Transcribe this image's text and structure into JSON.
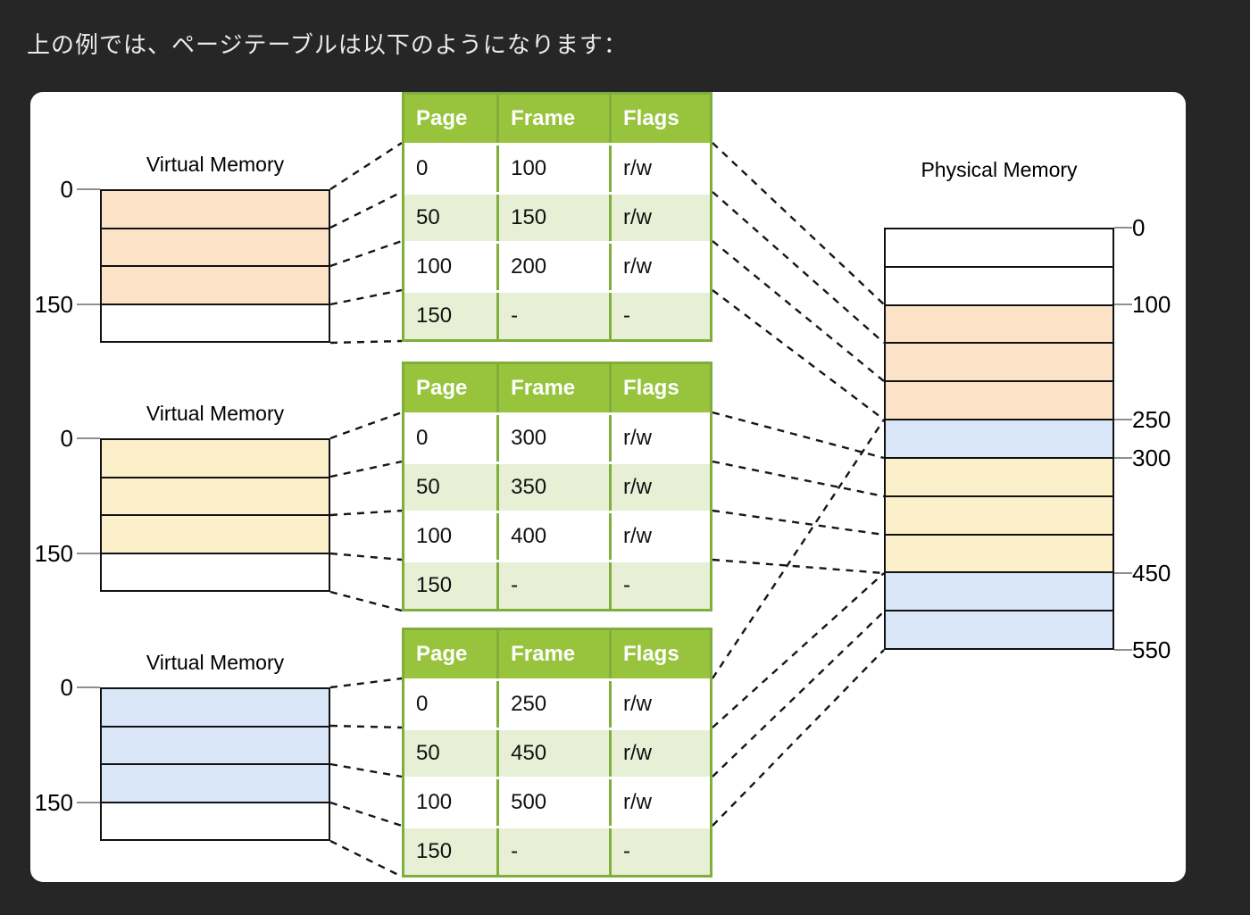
{
  "heading": "上の例では、ページテーブルは以下のようになります：",
  "colors": {
    "background": "#262626",
    "panel": "#ffffff",
    "text_light": "#ebebeb",
    "header_green": "#98C43D",
    "row_green": "#E7F0D5",
    "border_green": "#7fae3c",
    "peach": "#FCE3C7",
    "yellow": "#FCF0CB",
    "blue": "#D9E6F7",
    "tick_gray": "#8f8f8f",
    "line_dark": "#161616"
  },
  "virtual_memories": [
    {
      "title": "Virtual Memory",
      "top_label": "0",
      "mid_label": "150",
      "color": "peach"
    },
    {
      "title": "Virtual Memory",
      "top_label": "0",
      "mid_label": "150",
      "color": "yellow"
    },
    {
      "title": "Virtual Memory",
      "top_label": "0",
      "mid_label": "150",
      "color": "blue"
    }
  ],
  "page_tables": [
    {
      "columns": [
        "Page",
        "Frame",
        "Flags"
      ],
      "rows": [
        {
          "page": "0",
          "frame": "100",
          "flags": "r/w"
        },
        {
          "page": "50",
          "frame": "150",
          "flags": "r/w"
        },
        {
          "page": "100",
          "frame": "200",
          "flags": "r/w"
        },
        {
          "page": "150",
          "frame": "-",
          "flags": "-"
        }
      ]
    },
    {
      "columns": [
        "Page",
        "Frame",
        "Flags"
      ],
      "rows": [
        {
          "page": "0",
          "frame": "300",
          "flags": "r/w"
        },
        {
          "page": "50",
          "frame": "350",
          "flags": "r/w"
        },
        {
          "page": "100",
          "frame": "400",
          "flags": "r/w"
        },
        {
          "page": "150",
          "frame": "-",
          "flags": "-"
        }
      ]
    },
    {
      "columns": [
        "Page",
        "Frame",
        "Flags"
      ],
      "rows": [
        {
          "page": "0",
          "frame": "250",
          "flags": "r/w"
        },
        {
          "page": "50",
          "frame": "450",
          "flags": "r/w"
        },
        {
          "page": "100",
          "frame": "500",
          "flags": "r/w"
        },
        {
          "page": "150",
          "frame": "-",
          "flags": "-"
        }
      ]
    }
  ],
  "physical_memory": {
    "title": "Physical Memory",
    "labels": [
      "0",
      "100",
      "250",
      "300",
      "450",
      "550"
    ],
    "segments": [
      "white",
      "white",
      "peach",
      "peach",
      "peach",
      "blue",
      "yellow",
      "yellow",
      "yellow",
      "blue",
      "blue"
    ]
  }
}
